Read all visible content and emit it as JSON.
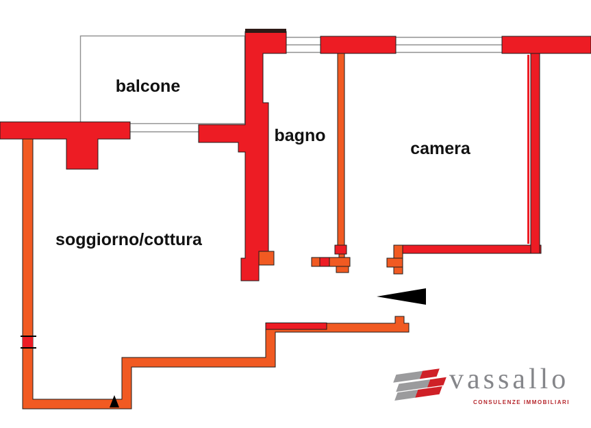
{
  "plan": {
    "rooms": [
      {
        "id": "balcone",
        "label": "balcone"
      },
      {
        "id": "bagno",
        "label": "bagno"
      },
      {
        "id": "camera",
        "label": "camera"
      },
      {
        "id": "soggiorno",
        "label": "soggiorno/cottura"
      }
    ]
  },
  "logo": {
    "brand": "vassallo",
    "tagline": "CONSULENZE IMMOBILIARI"
  },
  "colors": {
    "wall_red": "#ED1C24",
    "wall_orange": "#F15A22",
    "outline": "#1c1c1c",
    "window_line": "#8f8f8f",
    "arrow_black": "#000000",
    "dark_cap": "#2e1a16",
    "label_black": "#111111",
    "logo_gray": "#85868a",
    "logo_red": "#b5252b",
    "logo_bar_gray": "#9b9b9d",
    "logo_bar_red": "#cf2027"
  }
}
